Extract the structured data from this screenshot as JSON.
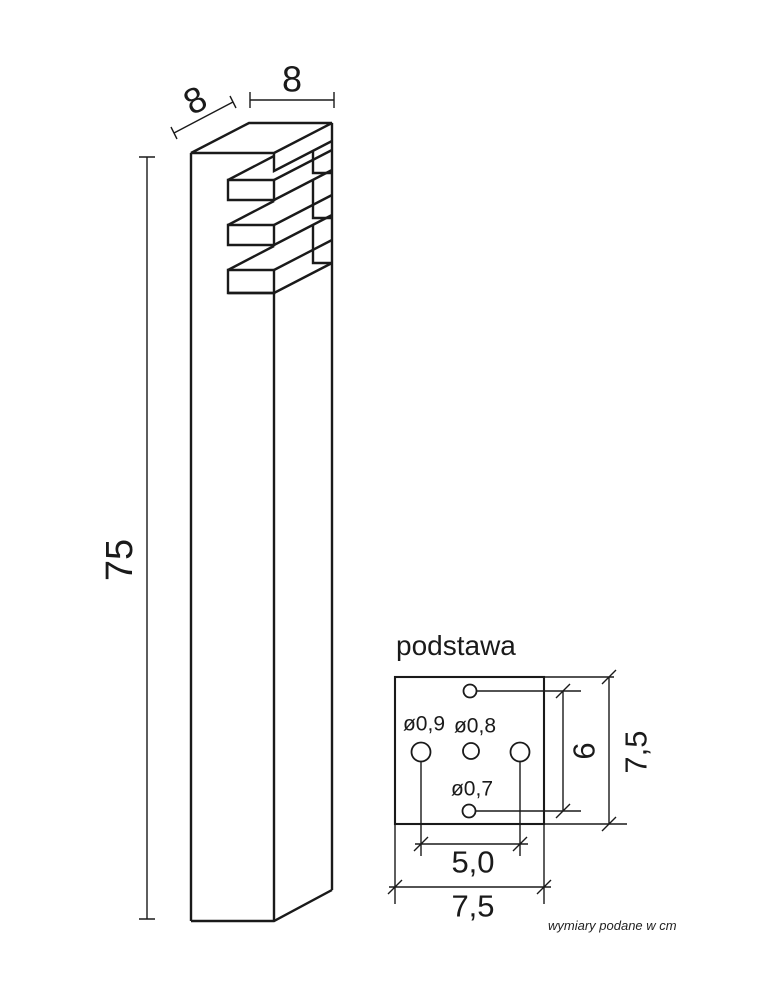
{
  "drawing": {
    "background": "#ffffff",
    "line_color": "#1a1a1a",
    "units_note": "wymiary podane w cm",
    "post": {
      "width_cm": "8",
      "depth_cm": "8",
      "height_cm": "75"
    },
    "base": {
      "title": "podstawa",
      "holes": {
        "pair_label": "ø0,9",
        "center_label": "ø0,8",
        "small_label": "ø0,7"
      },
      "dims": {
        "hole_spacing_vertical": "6",
        "plate_depth": "7,5",
        "hole_spacing_horizontal": "5,0",
        "plate_width": "7,5"
      }
    }
  }
}
